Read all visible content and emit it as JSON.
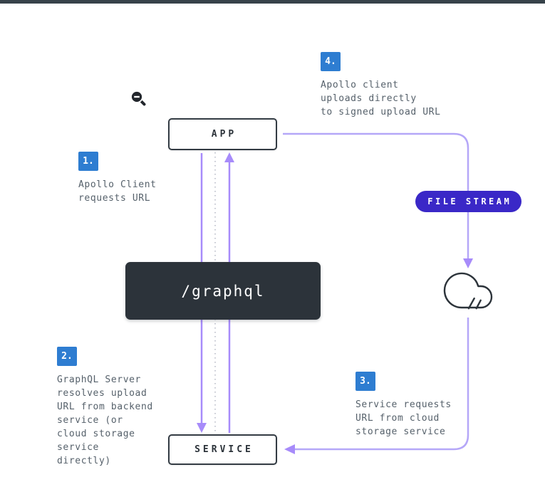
{
  "window": {
    "top_bar_color": "#37424a",
    "background": "#ffffff"
  },
  "diagram": {
    "nodes": {
      "app": {
        "label": "APP"
      },
      "graphql_endpoint": {
        "label": "/graphql"
      },
      "service": {
        "label": "SERVICE"
      },
      "file_stream": {
        "label": "FILE STREAM"
      },
      "cloud_storage": {
        "icon": "cloud-icon"
      }
    },
    "steps": [
      {
        "number": "1.",
        "text": "Apollo Client\nrequests URL"
      },
      {
        "number": "2.",
        "text": "GraphQL Server\nresolves upload\nURL from backend\nservice (or\ncloud storage\nservice\ndirectly)"
      },
      {
        "number": "3.",
        "text": "Service requests\nURL from cloud\nstorage service"
      },
      {
        "number": "4.",
        "text": "Apollo client\nuploads directly\nto signed upload URL"
      }
    ],
    "connectors": {
      "request_line": "APP to SERVICE via /graphql, arrow down",
      "response_line": "SERVICE to APP via /graphql, arrow up",
      "stream_dotted_line": "dotted vertical line",
      "upload_path": "APP right to cloud via FILE STREAM, arrow down",
      "service_request_path": "cloud down to SERVICE, arrow left"
    }
  },
  "cursor": {
    "type": "zoom-out"
  },
  "colors": {
    "badge_blue": "#2e7dd1",
    "arrow_purple": "#a78bfa",
    "outer_path_purple": "#b5a7f8",
    "dotted_gray": "#c6c8d2",
    "dark": "#2c333a",
    "pill_indigo": "#3a28c7",
    "text_gray": "#56616b"
  }
}
